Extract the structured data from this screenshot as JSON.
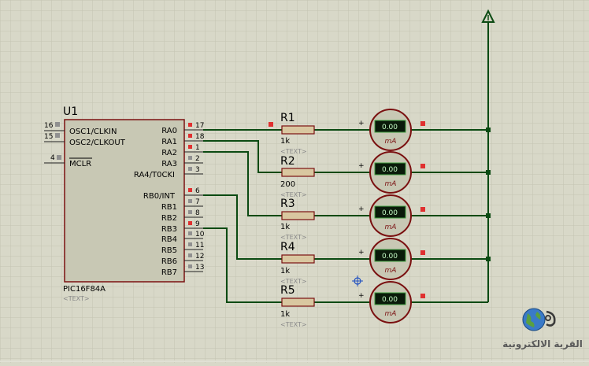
{
  "mcu": {
    "ref": "U1",
    "part": "PIC16F84A",
    "text": "<TEXT>",
    "left_pins": [
      {
        "num": "16",
        "name": "OSC1/CLKIN"
      },
      {
        "num": "15",
        "name": "OSC2/CLKOUT"
      },
      {
        "num": "4",
        "name": "MCLR"
      }
    ],
    "right_pins": [
      {
        "num": "17",
        "name": "RA0"
      },
      {
        "num": "18",
        "name": "RA1"
      },
      {
        "num": "1",
        "name": "RA2"
      },
      {
        "num": "2",
        "name": "RA3"
      },
      {
        "num": "3",
        "name": "RA4/T0CKI"
      },
      {
        "num": "6",
        "name": "RB0/INT"
      },
      {
        "num": "7",
        "name": "RB1"
      },
      {
        "num": "8",
        "name": "RB2"
      },
      {
        "num": "9",
        "name": "RB3"
      },
      {
        "num": "10",
        "name": "RB4"
      },
      {
        "num": "11",
        "name": "RB5"
      },
      {
        "num": "12",
        "name": "RB6"
      },
      {
        "num": "13",
        "name": "RB7"
      }
    ]
  },
  "resistors": [
    {
      "ref": "R1",
      "value": "1k",
      "text": "<TEXT>"
    },
    {
      "ref": "R2",
      "value": "200",
      "text": "<TEXT>"
    },
    {
      "ref": "R3",
      "value": "1k",
      "text": "<TEXT>"
    },
    {
      "ref": "R4",
      "value": "1k",
      "text": "<TEXT>"
    },
    {
      "ref": "R5",
      "value": "1k",
      "text": "<TEXT>"
    }
  ],
  "ammeters": [
    {
      "reading": "0.00",
      "unit": "mA",
      "plus": "+"
    },
    {
      "reading": "0.00",
      "unit": "mA",
      "plus": "+"
    },
    {
      "reading": "0.00",
      "unit": "mA",
      "plus": "+"
    },
    {
      "reading": "0.00",
      "unit": "mA",
      "plus": "+"
    },
    {
      "reading": "0.00",
      "unit": "mA",
      "plus": "+"
    }
  ],
  "logo": {
    "text": "القرية الالكترونية"
  },
  "colors": {
    "background": "#d8d8c8",
    "grid": "#c4c4b2",
    "wire": "#0b4a12",
    "chip_body": "#c8c8b4",
    "chip_border": "#7a1010",
    "pin_marker": "#e03030",
    "meter_display": "#0a1a0a"
  }
}
